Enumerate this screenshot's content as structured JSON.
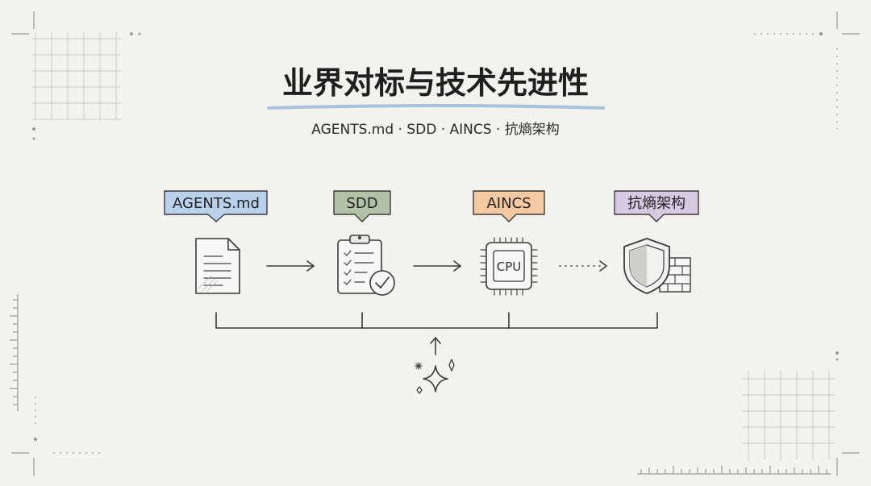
{
  "slide": {
    "title": "业界对标与技术先进性",
    "subtitle": "AGENTS.md · SDD · AINCS · 抗熵架构"
  },
  "flow": {
    "nodes": [
      {
        "label": "AGENTS.md",
        "icon": "document-icon",
        "tag_color": "#b9d1ea"
      },
      {
        "label": "SDD",
        "icon": "clipboard-check-icon",
        "tag_color": "#b3c2a6"
      },
      {
        "label": "AINCS",
        "icon": "cpu-chip-icon",
        "tag_color": "#f6c9a3"
      },
      {
        "label": "抗熵架构",
        "icon": "shield-wall-icon",
        "tag_color": "#d6c9e2"
      }
    ],
    "cpu_text": "CPU",
    "bottom_icon": "sparkle-icon"
  },
  "colors": {
    "background": "#f3f2ef",
    "title_underline": "#a9c2dd",
    "ink": "#3a3a3a"
  }
}
